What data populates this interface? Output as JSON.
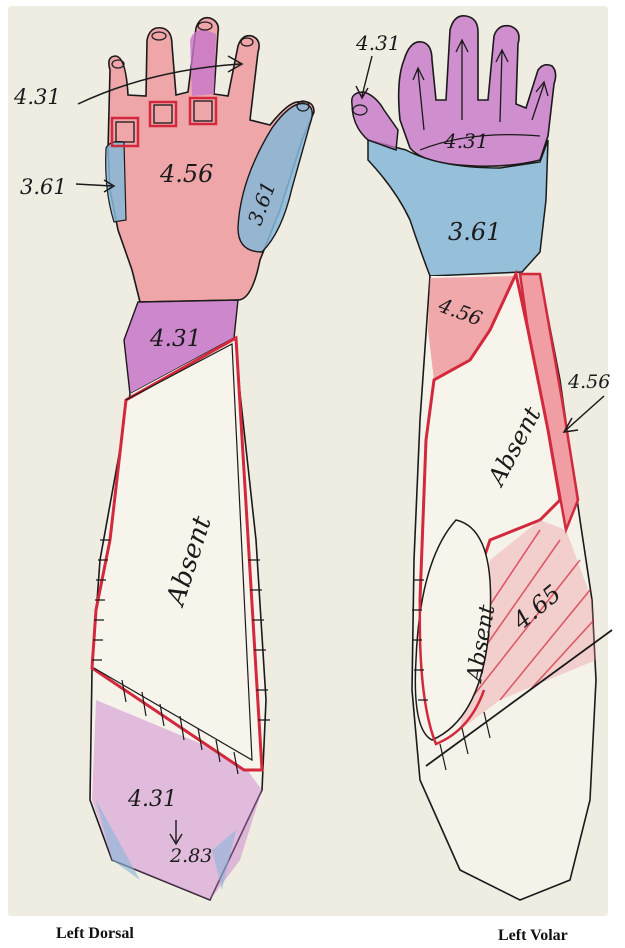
{
  "captions": {
    "left": "Left Dorsal",
    "right": "Left Volar"
  },
  "dorsal_labels": {
    "fingers": "4.31",
    "thumb_edge": "3.61",
    "hand": "4.56",
    "thumb": "3.61",
    "wrist": "4.31",
    "forearm": "Absent",
    "distal": "4.31",
    "distal_low": "2.83"
  },
  "volar_labels": {
    "thumb_tip": "4.31",
    "palm_top": "4.31",
    "palm": "3.61",
    "wrist": "4.56",
    "side": "4.56",
    "upper": "Absent",
    "lower": "Absent",
    "hatched": "4.65"
  },
  "colors": {
    "pink": "#ee8f96",
    "magenta": "#c777c9",
    "blue": "#86b7d8",
    "red": "#d2293c",
    "ink": "#1a1a1a"
  }
}
